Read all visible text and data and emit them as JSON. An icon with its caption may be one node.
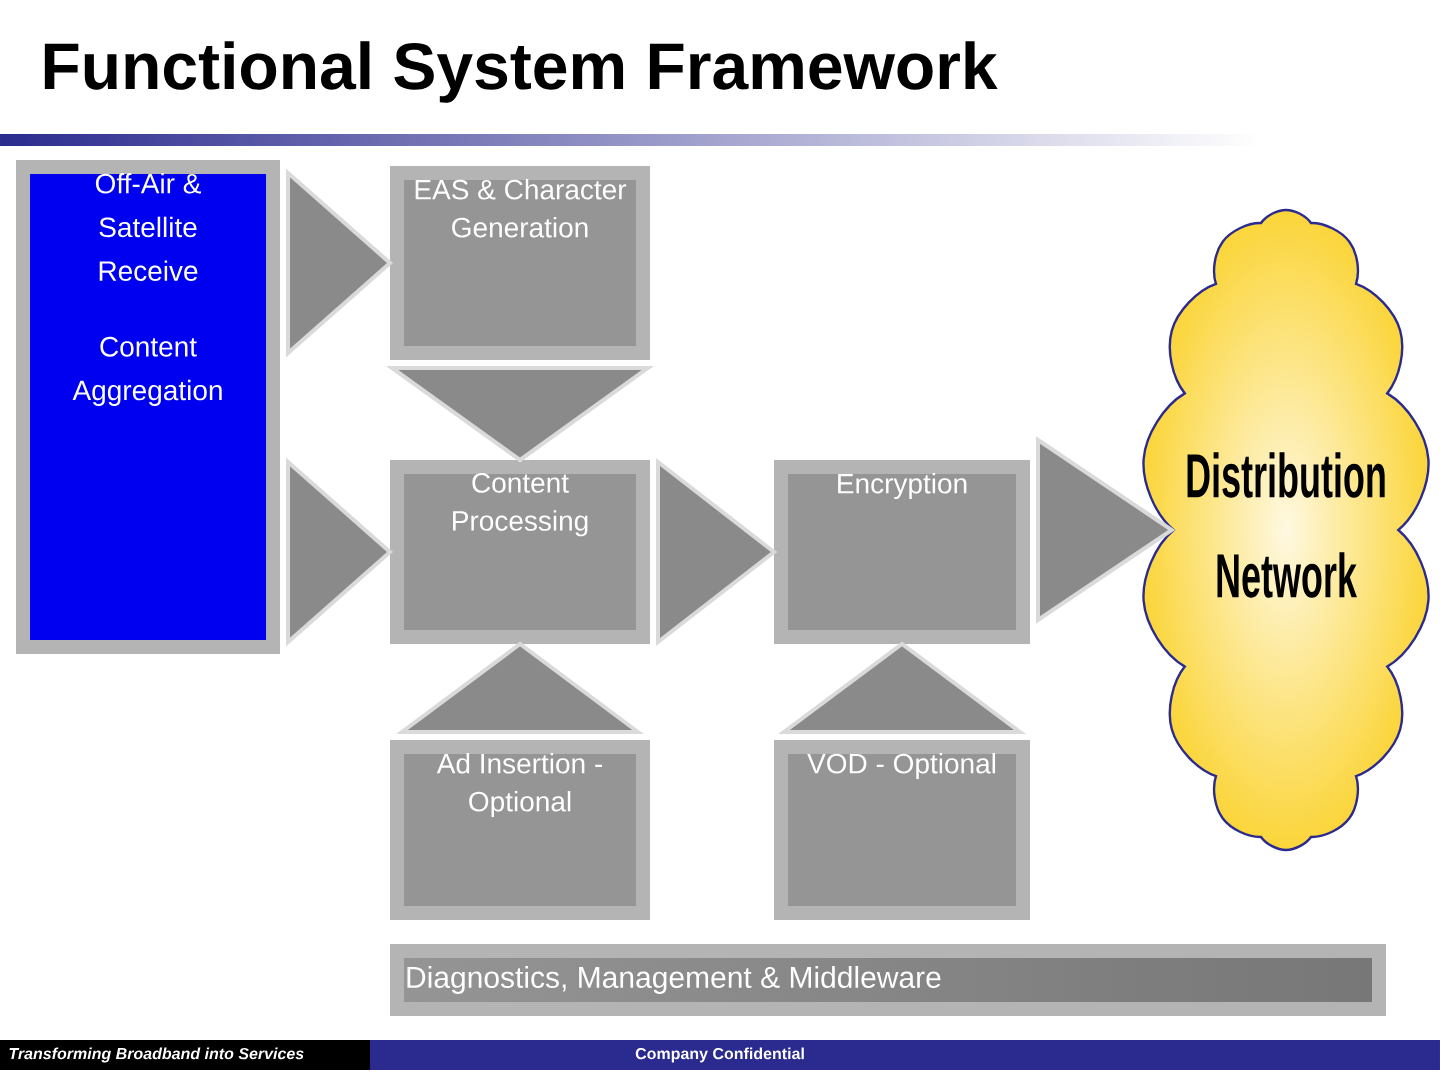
{
  "diagram": {
    "title": "Functional System Framework",
    "nodes": [
      {
        "text": [
          "Off-Air & Satellite Receive",
          "Content Aggregation"
        ]
      },
      {
        "text": [
          "EAS & Character Generation"
        ]
      },
      {
        "text": [
          "Content Processing"
        ]
      },
      {
        "text": [
          "Encryption"
        ]
      },
      {
        "text": [
          "Distribution Network"
        ]
      },
      {
        "text": [
          "Ad Insertion - Optional"
        ]
      },
      {
        "text": [
          "VOD - Optional"
        ]
      },
      {
        "text": [
          "Diagnostics, Management & Middleware"
        ]
      }
    ],
    "edges": [
      {
        "from": 0,
        "to": 1,
        "arrow": "to"
      },
      {
        "from": 0,
        "to": 2,
        "arrow": "to"
      },
      {
        "from": 1,
        "to": 2,
        "arrow": "to"
      },
      {
        "from": 2,
        "to": 3,
        "arrow": "to"
      },
      {
        "from": 3,
        "to": 4,
        "arrow": "to"
      },
      {
        "from": 5,
        "to": 2,
        "arrow": "to"
      },
      {
        "from": 6,
        "to": 3,
        "arrow": "to"
      }
    ],
    "labels": [
      "Transforming Broadband into Services",
      "Company Confidential"
    ]
  }
}
